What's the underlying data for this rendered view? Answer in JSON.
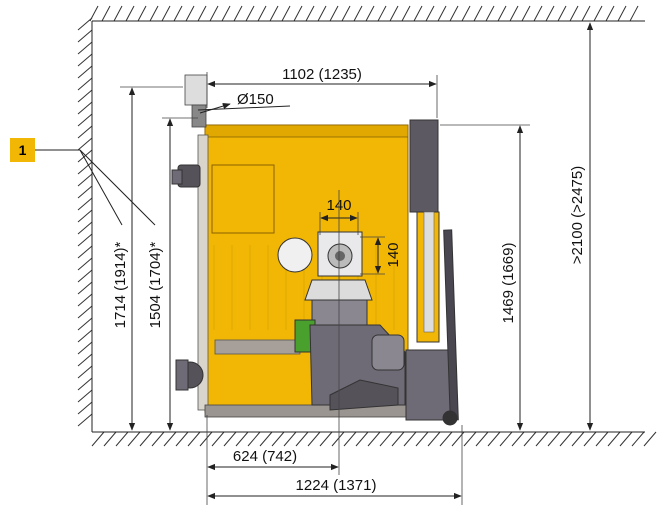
{
  "callout": {
    "number": "1"
  },
  "dimensions": {
    "top_width": "1102 (1235)",
    "flue_diameter": "Ø150",
    "connector_width": "140",
    "connector_height": "140",
    "height_left_outer": "1714 (1914)*",
    "height_left_inner": "1504 (1704)*",
    "height_boiler": "1469 (1669)",
    "height_room": ">2100 (>2475)",
    "depth_front": "624 (742)",
    "depth_total": "1224 (1371)"
  },
  "colors": {
    "boiler_body": "#f2b705",
    "boiler_edge": "#c98f00",
    "machine_gray": "#6f6b76",
    "dark_gray": "#4a4750",
    "callout": "#f2b705"
  }
}
